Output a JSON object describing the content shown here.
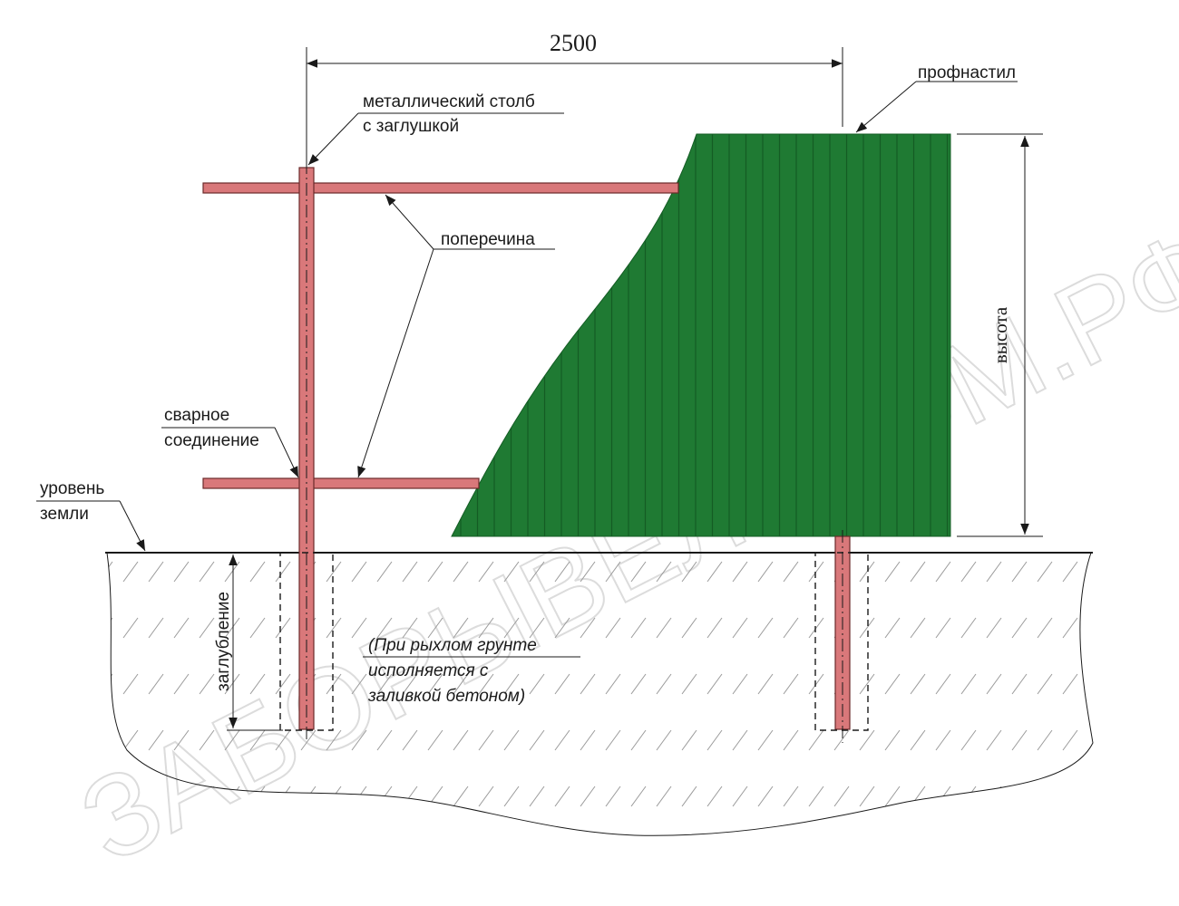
{
  "watermark": "ЗАБОРЫВЕЛИКОМ.РФ",
  "dimension_width": "2500",
  "labels": {
    "profile_sheet": "профнастил",
    "metal_post_line1": "металлический столб",
    "metal_post_line2": "с заглушкой",
    "crossbar": "поперечина",
    "weld_line1": "сварное",
    "weld_line2": "соединение",
    "ground_line1": "уровень",
    "ground_line2": "земли",
    "height": "высота",
    "depth": "заглубление",
    "note_line1": "(При рыхлом грунте",
    "note_line2": "исполняется с",
    "note_line3": "заливкой бетоном)"
  },
  "colors": {
    "post": "#d9787a",
    "post_outline": "#6b2a2a",
    "sheet": "#1f7a33",
    "sheet_rib": "#145c24",
    "line": "#1a1a1a"
  }
}
